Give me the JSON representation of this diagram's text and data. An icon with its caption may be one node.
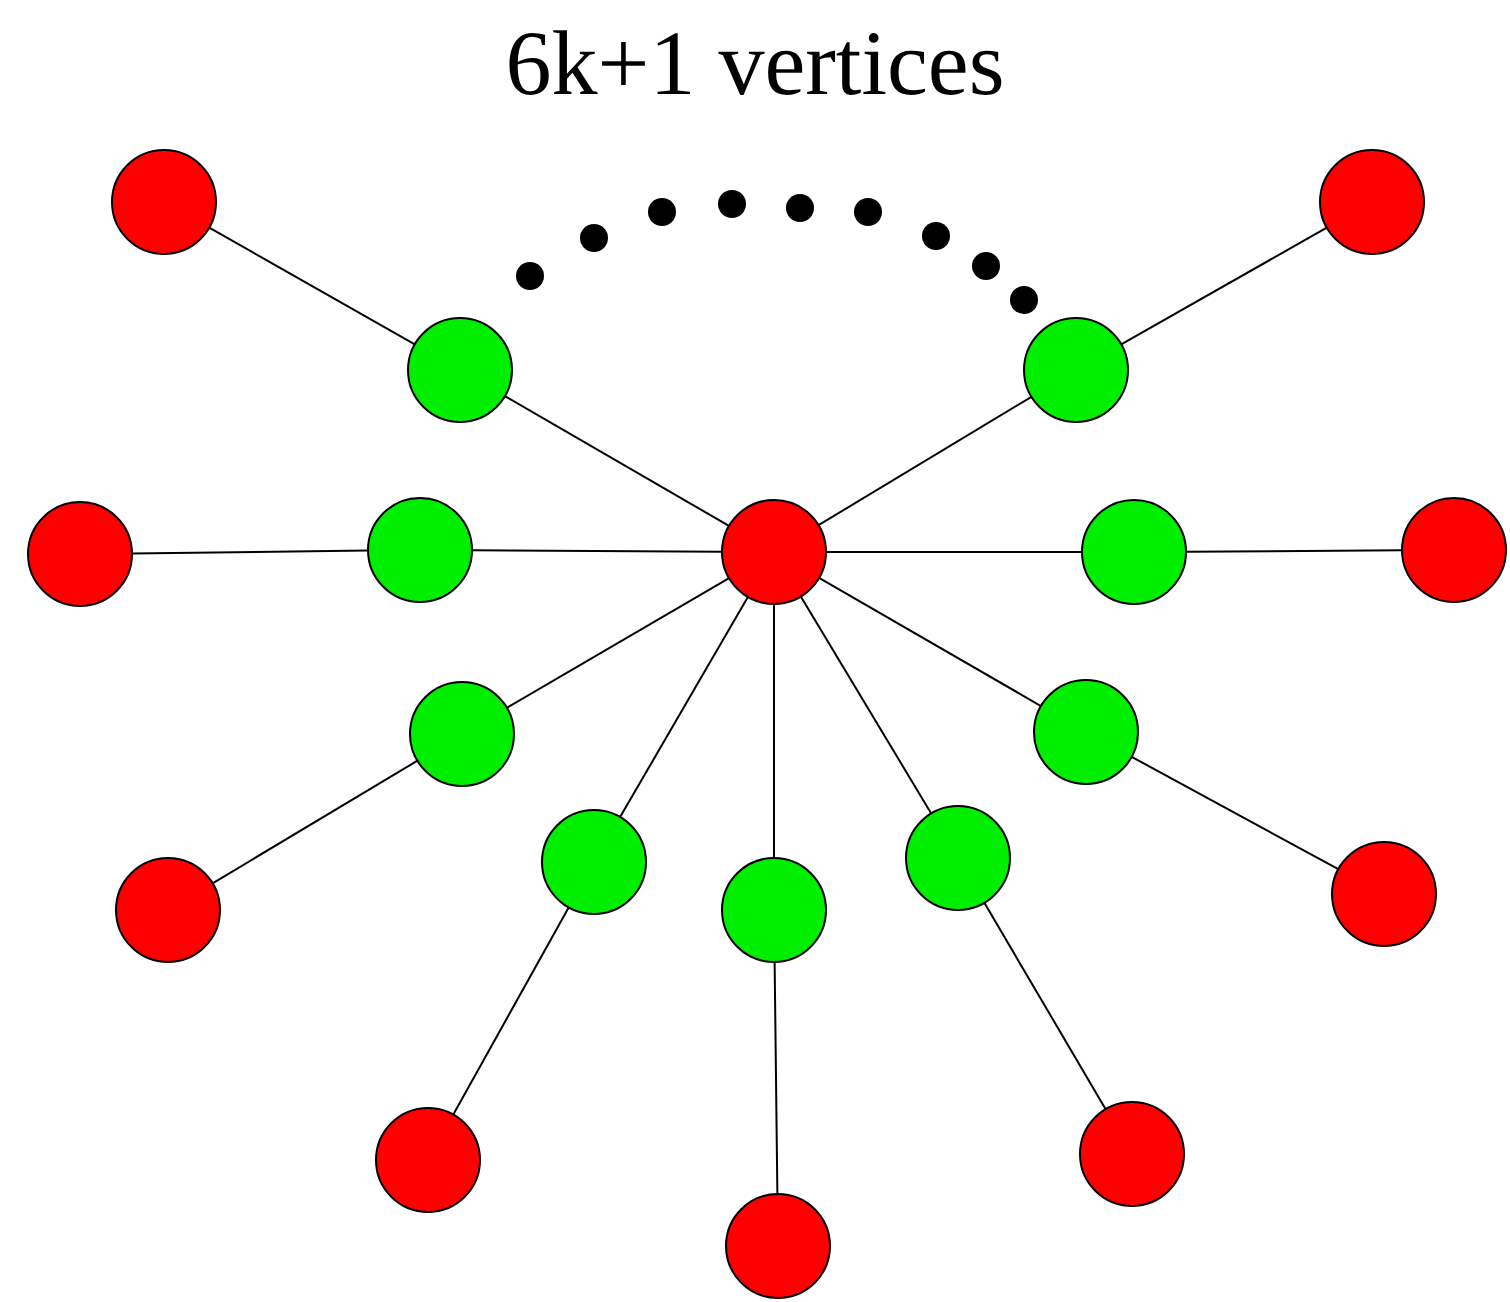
{
  "diagram": {
    "title": "6k+1 vertices",
    "nodes": [
      {
        "text": [],
        "shape": "circle"
      },
      {
        "text": [],
        "shape": "circle"
      },
      {
        "text": [],
        "shape": "circle"
      },
      {
        "text": [],
        "shape": "circle"
      },
      {
        "text": [],
        "shape": "circle"
      },
      {
        "text": [],
        "shape": "circle"
      },
      {
        "text": [],
        "shape": "circle"
      },
      {
        "text": [],
        "shape": "circle"
      },
      {
        "text": [],
        "shape": "circle"
      },
      {
        "text": [],
        "shape": "circle"
      },
      {
        "text": [],
        "shape": "circle"
      },
      {
        "text": [],
        "shape": "circle"
      },
      {
        "text": [],
        "shape": "circle"
      },
      {
        "text": [],
        "shape": "circle"
      },
      {
        "text": [],
        "shape": "circle"
      },
      {
        "text": [],
        "shape": "circle"
      },
      {
        "text": [],
        "shape": "circle"
      },
      {
        "text": [],
        "shape": "circle"
      },
      {
        "text": [],
        "shape": "circle"
      }
    ],
    "edges": [
      {
        "from": 0,
        "to": 1,
        "arrow": "none"
      },
      {
        "from": 1,
        "to": 10,
        "arrow": "none"
      },
      {
        "from": 0,
        "to": 2,
        "arrow": "none"
      },
      {
        "from": 2,
        "to": 11,
        "arrow": "none"
      },
      {
        "from": 0,
        "to": 3,
        "arrow": "none"
      },
      {
        "from": 3,
        "to": 12,
        "arrow": "none"
      },
      {
        "from": 0,
        "to": 4,
        "arrow": "none"
      },
      {
        "from": 4,
        "to": 13,
        "arrow": "none"
      },
      {
        "from": 0,
        "to": 5,
        "arrow": "none"
      },
      {
        "from": 5,
        "to": 14,
        "arrow": "none"
      },
      {
        "from": 0,
        "to": 6,
        "arrow": "none"
      },
      {
        "from": 6,
        "to": 15,
        "arrow": "none"
      },
      {
        "from": 0,
        "to": 7,
        "arrow": "none"
      },
      {
        "from": 7,
        "to": 16,
        "arrow": "none"
      },
      {
        "from": 0,
        "to": 8,
        "arrow": "none"
      },
      {
        "from": 8,
        "to": 17,
        "arrow": "none"
      },
      {
        "from": 0,
        "to": 9,
        "arrow": "none"
      },
      {
        "from": 9,
        "to": 18,
        "arrow": "none"
      }
    ]
  }
}
